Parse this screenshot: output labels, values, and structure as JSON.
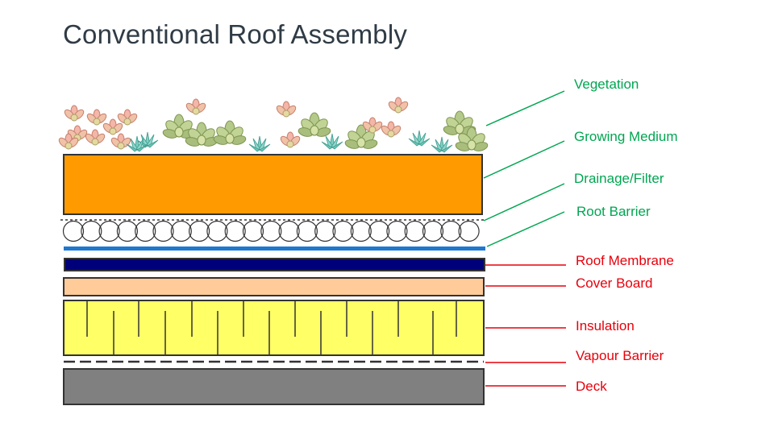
{
  "title": "Conventional  Roof Assembly",
  "colors": {
    "green_label": "#00a651",
    "red_label": "#e8000b",
    "growing_medium": "#ff9a00",
    "membrane": "#00007a",
    "cover_board": "#ffcc99",
    "insulation": "#ffff66",
    "deck": "#808080",
    "root_barrier": "#1f77d0"
  },
  "layers": [
    {
      "key": "vegetation",
      "label": "Vegetation",
      "group": "green"
    },
    {
      "key": "growing_medium",
      "label": "Growing Medium",
      "group": "green"
    },
    {
      "key": "drainage_filter",
      "label": "Drainage/Filter",
      "group": "green"
    },
    {
      "key": "root_barrier",
      "label": "Root Barrier",
      "group": "green"
    },
    {
      "key": "roof_membrane",
      "label": "Roof Membrane",
      "group": "red"
    },
    {
      "key": "cover_board",
      "label": "Cover Board",
      "group": "red"
    },
    {
      "key": "insulation",
      "label": "Insulation",
      "group": "red"
    },
    {
      "key": "vapour_barrier",
      "label": "Vapour Barrier",
      "group": "red"
    },
    {
      "key": "deck",
      "label": "Deck",
      "group": "red"
    }
  ]
}
